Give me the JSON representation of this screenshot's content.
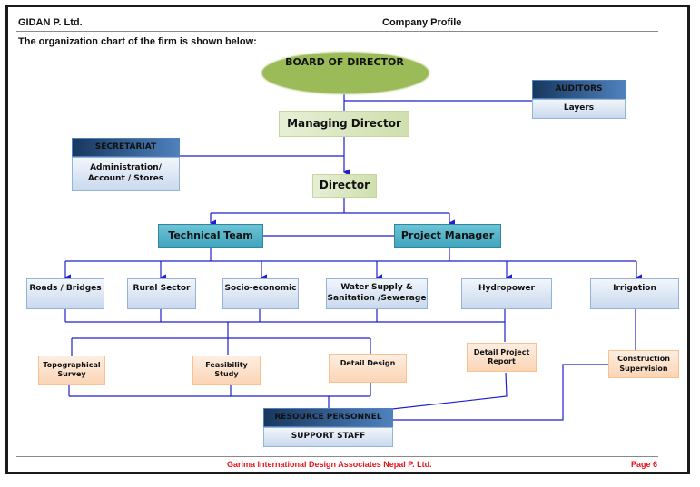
{
  "header": {
    "company": "GIDAN P. Ltd.",
    "section": "Company Profile"
  },
  "intro": "The organization chart of the firm is shown below:",
  "org_chart": {
    "board": "BOARD OF DIRECTOR",
    "auditors": {
      "title": "AUDITORS",
      "body": "Layers"
    },
    "managing_director": "Managing Director",
    "secretariat": {
      "title": "SECRETARIAT",
      "body_line1": "Administration/",
      "body_line2": "Account / Stores"
    },
    "director": "Director",
    "technical_team": "Technical Team",
    "project_manager": "Project Manager",
    "sectors": [
      {
        "label": "Roads / Bridges"
      },
      {
        "label": "Rural Sector"
      },
      {
        "label": "Socio-economic"
      },
      {
        "label_line1": "Water Supply &",
        "label_line2": "Sanitation /Sewerage"
      },
      {
        "label": "Hydropower"
      },
      {
        "label": "Irrigation"
      }
    ],
    "services": [
      {
        "line1": "Topographical",
        "line2": "Survey"
      },
      {
        "line1": "Feasibility",
        "line2": "Study"
      },
      {
        "line1": "Detail Design",
        "line2": ""
      },
      {
        "line1": "Detail Project",
        "line2": "Report"
      },
      {
        "line1": "Construction",
        "line2": "Supervision"
      }
    ],
    "resource": {
      "title": "RESOURCE PERSONNEL",
      "body": "SUPPORT STAFF"
    }
  },
  "colors": {
    "connector": "#1f1fcf",
    "footer_text": "#e8141b",
    "board_fill": "#9bbb59"
  },
  "footer": {
    "company": "Garima International Design Associates Nepal P. Ltd.",
    "page": "Page 6"
  }
}
